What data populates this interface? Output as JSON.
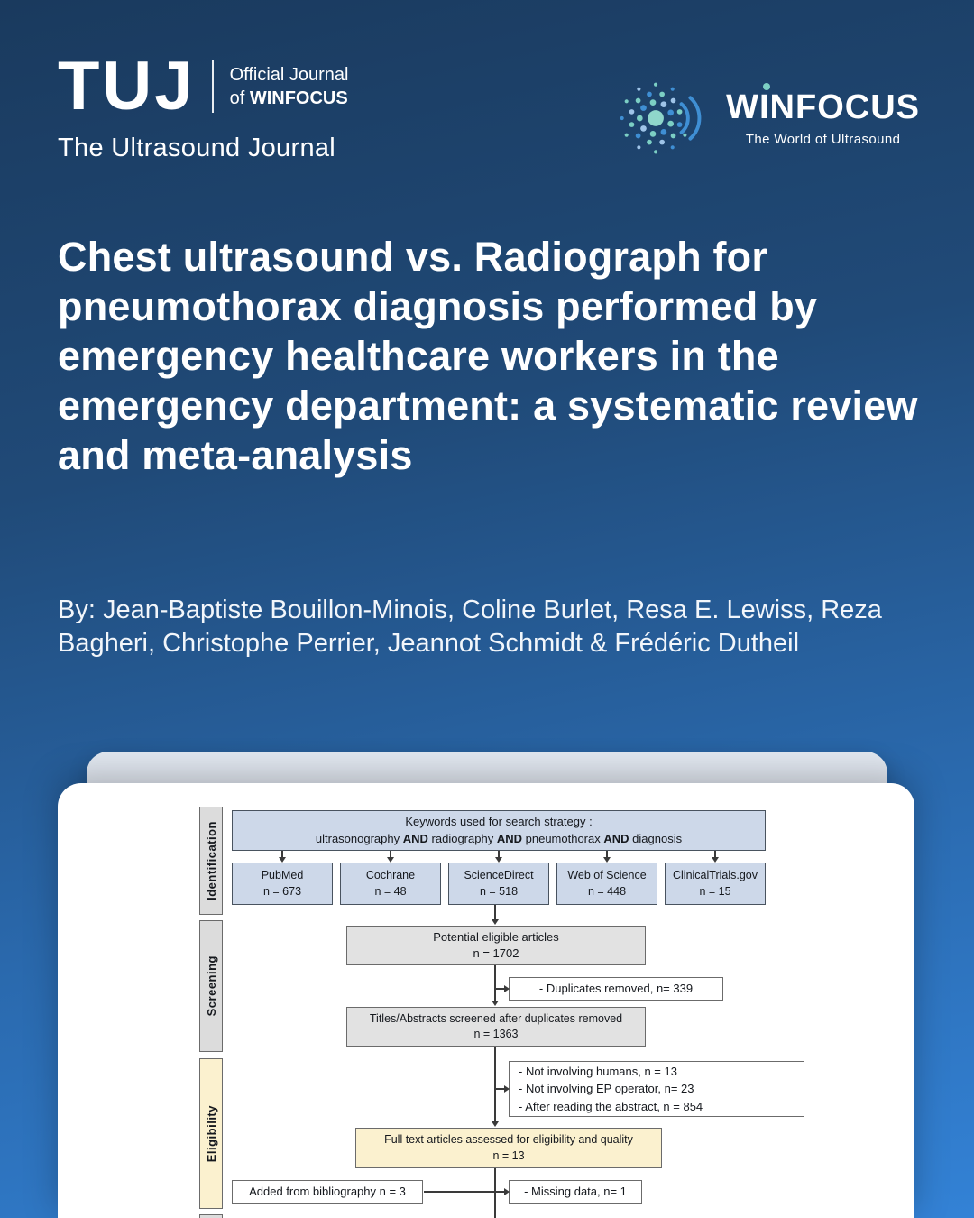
{
  "header": {
    "tuj": {
      "logo": "TUJ",
      "official_line1": "Official Journal",
      "official_of": "of",
      "official_org": "WINFOCUS",
      "journal": "The Ultrasound Journal"
    },
    "winfocus": {
      "brand": "WINFOCUS",
      "tagline": "The World of Ultrasound"
    }
  },
  "title": {
    "text": "Chest ultrasound vs. Radiograph for pneumothorax diagnosis performed by emergency healthcare workers in the emergency department: a systematic review and meta-analysis"
  },
  "byline": {
    "text": "By: Jean-Baptiste Bouillon-Minois, Coline Burlet, Resa E. Lewiss, Reza Bagheri, Christophe Perrier, Jeannot Schmidt & Frédéric Dutheil"
  },
  "diagram": {
    "stages": [
      {
        "label": "Identification"
      },
      {
        "label": "Screening"
      },
      {
        "label": "Eligibility"
      }
    ],
    "keywords": {
      "line1": "Keywords used for search strategy :",
      "k1": "ultrasonography",
      "and1": "AND",
      "k2": "radiography",
      "and2": "AND",
      "k3": "pneumothorax",
      "and3": "AND",
      "k4": "diagnosis"
    },
    "databases": [
      {
        "name": "PubMed",
        "count": "n = 673"
      },
      {
        "name": "Cochrane",
        "count": "n = 48"
      },
      {
        "name": "ScienceDirect",
        "count": "n = 518"
      },
      {
        "name": "Web of Science",
        "count": "n = 448"
      },
      {
        "name": "ClinicalTrials.gov",
        "count": "n = 15"
      }
    ],
    "potential": {
      "line1": "Potential eligible articles",
      "line2": "n = 1702"
    },
    "duplicates": {
      "text": "- Duplicates removed, n= 339"
    },
    "titles": {
      "line1": "Titles/Abstracts screened after duplicates removed",
      "line2": "n = 1363"
    },
    "exclusions": [
      "- Not involving humans, n = 13",
      "- Not involving EP operator, n= 23",
      "- After reading the abstract, n = 854"
    ],
    "fulltext": {
      "line1": "Full text articles assessed for eligibility and quality",
      "line2": "n = 13"
    },
    "added": {
      "text": "Added from bibliography n = 3"
    },
    "missing": {
      "text": "- Missing data, n= 1"
    }
  },
  "colors": {
    "background_top": "#1a3a5e",
    "background_bottom": "#3382d6",
    "accent_teal": "#7ccfc4",
    "accent_blue": "#3f8fd4",
    "box_blue": "#cdd8e9",
    "box_grey": "#e2e2e2",
    "box_cream": "#fbf1cf",
    "text_white": "#ffffff",
    "diagram_text": "#15181d"
  }
}
